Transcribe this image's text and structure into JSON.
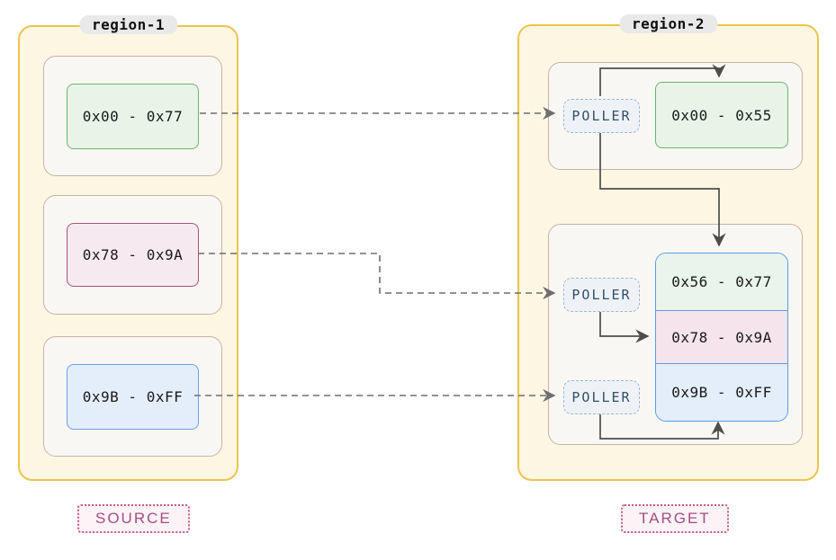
{
  "source": {
    "region_title": "region-1",
    "tag": "SOURCE",
    "blocks": [
      {
        "label": "0x00 - 0x77",
        "color_bg": "#e9f4e9",
        "color_border": "#6cb370"
      },
      {
        "label": "0x78 - 0x9A",
        "color_bg": "#f7e9f0",
        "color_border": "#a9537b"
      },
      {
        "label": "0x9B - 0xFF",
        "color_bg": "#e4eefb",
        "color_border": "#6d9eec"
      }
    ]
  },
  "target": {
    "region_title": "region-2",
    "tag": "TARGET",
    "pollers": [
      {
        "label": "POLLER"
      },
      {
        "label": "POLLER"
      },
      {
        "label": "POLLER"
      }
    ],
    "top_block": {
      "label": "0x00 - 0x55",
      "color_bg": "#e9f4e9",
      "color_border": "#6cb370"
    },
    "stacked_blocks": [
      {
        "label": "0x56 - 0x77",
        "color_bg": "#e9f4ec"
      },
      {
        "label": "0x78 - 0x9A",
        "color_bg": "#f5e4eb"
      },
      {
        "label": "0x9B - 0xFF",
        "color_bg": "#e4eefb"
      }
    ]
  },
  "colors": {
    "region_bg": "#fdf6e2",
    "region_border": "#eac54d",
    "container_bg": "#f8f7f4",
    "container_border": "#ccb2a2",
    "poller_bg": "#eef2f6",
    "poller_border": "#9fb8ce",
    "poller_text": "#31506a",
    "stack_border": "#5e9be4",
    "solid_arrow": "#4d4d4d",
    "dashed_arrow": "#6e6e6e",
    "title_pill_bg": "#e9e9e9",
    "tag_text": "#a05181",
    "tag_border": "#c75b87",
    "tag_bg": "#fdf2f6"
  }
}
